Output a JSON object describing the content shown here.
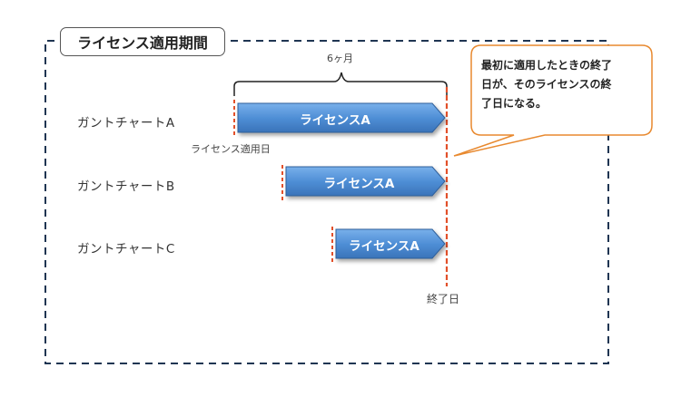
{
  "title": "ライセンス適用期間",
  "duration_label": "6ヶ月",
  "rows": [
    {
      "label": "ガントチャートA",
      "bar_text": "ライセンスA"
    },
    {
      "label": "ガントチャートB",
      "bar_text": "ライセンスA"
    },
    {
      "label": "ガントチャートC",
      "bar_text": "ライセンスA"
    }
  ],
  "start_label": "ライセンス適用日",
  "end_label": "終了日",
  "callout": {
    "line1": "最初に適用したときの終了",
    "line2": "日が、そのライセンスの終",
    "line3": "了日になる。"
  },
  "colors": {
    "frame": "#1f3552",
    "bar_fill": "#4f8fd6",
    "bar_stroke": "#2f5f9a",
    "marker": "#e2502a",
    "callout_border": "#e8892f"
  }
}
